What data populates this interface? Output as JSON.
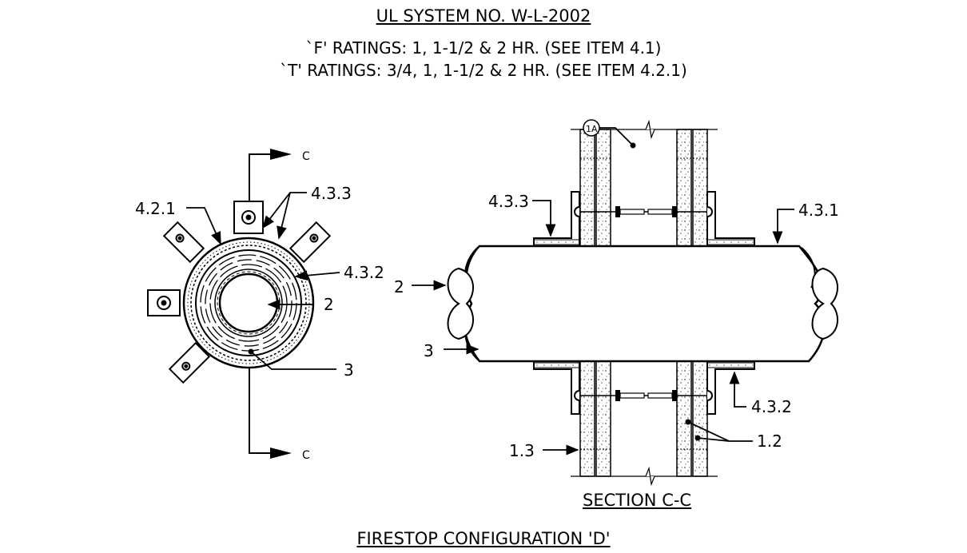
{
  "header": {
    "title": "UL SYSTEM NO. W-L-2002",
    "f_ratings": "`F' RATINGS: 1, 1-1/2 & 2 HR. (SEE ITEM 4.1)",
    "t_ratings": "`T' RATINGS: 3/4, 1, 1-1/2 & 2 HR. (SEE ITEM 4.2.1)"
  },
  "captions": {
    "section": "SECTION C-C",
    "configuration": "FIRESTOP CONFIGURATION 'D'"
  },
  "plan_view": {
    "section_marker_top": "C",
    "section_marker_bottom": "C",
    "labels": {
      "item_421": "4.2.1",
      "item_433": "4.3.3",
      "item_432": "4.3.2",
      "item_2": "2",
      "item_3": "3"
    }
  },
  "section_view": {
    "labels": {
      "item_1a": "1A",
      "item_433": "4.3.3",
      "item_431": "4.3.1",
      "item_2": "2",
      "item_3": "3",
      "item_432": "4.3.2",
      "item_13": "1.3",
      "item_12": "1.2"
    }
  },
  "colors": {
    "ink": "#000000",
    "paper": "#ffffff"
  }
}
